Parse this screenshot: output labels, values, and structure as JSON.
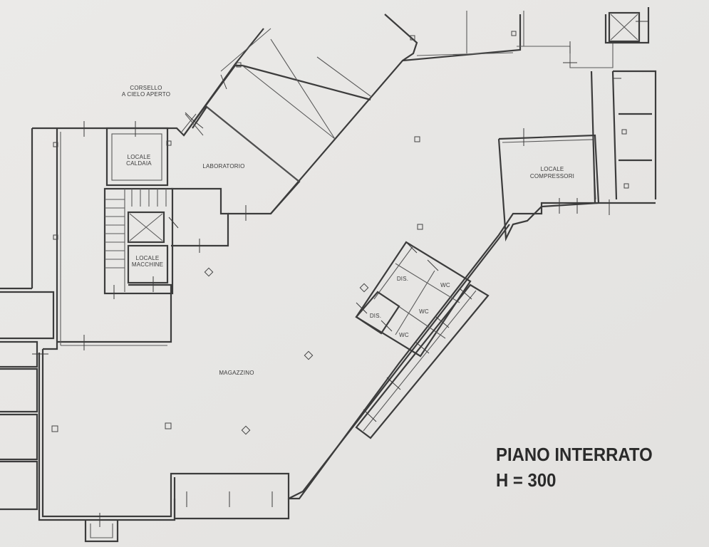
{
  "plan": {
    "title": "PIANO INTERRATO",
    "height_label": "H = 300",
    "rooms": {
      "corsello_line1": "CORSELLO",
      "corsello_line2": "A CIELO APERTO",
      "caldaia_line1": "LOCALE",
      "caldaia_line2": "CALDAIA",
      "laboratorio": "LABORATORIO",
      "compressori_line1": "LOCALE",
      "compressori_line2": "COMPRESSORI",
      "macchine_line1": "LOCALE",
      "macchine_line2": "MACCHINE",
      "dis_1": "DIS.",
      "dis_2": "DIS.",
      "wc_1": "WC",
      "wc_2": "WC",
      "wc_3": "WC",
      "magazzino": "MAGAZZINO"
    }
  }
}
